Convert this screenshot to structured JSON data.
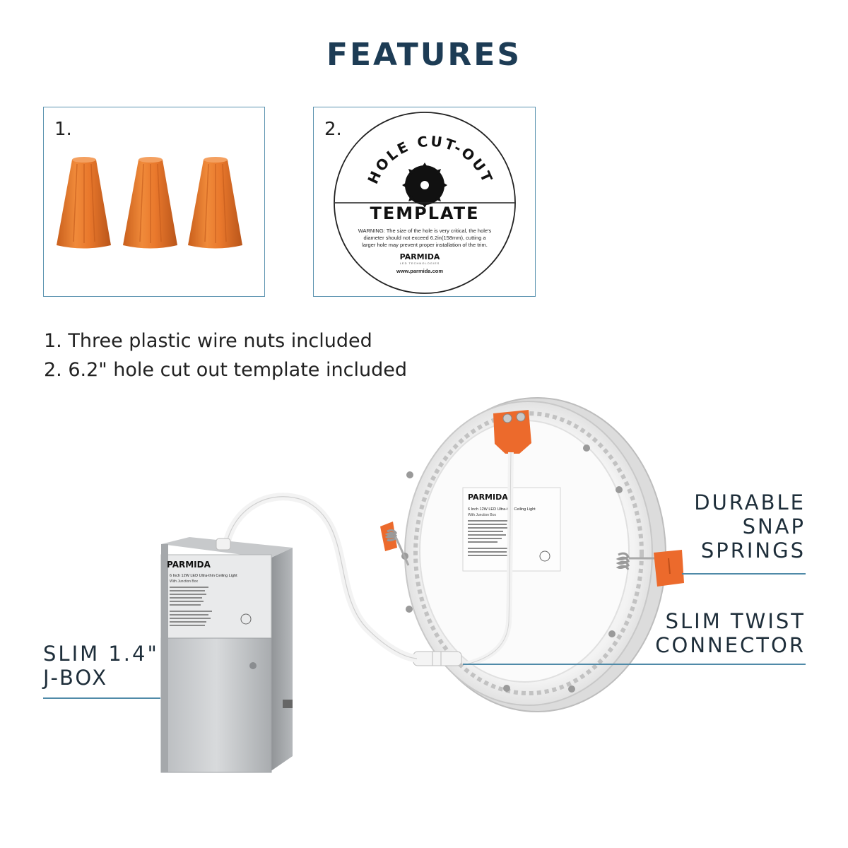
{
  "header": {
    "title": "FEATURES"
  },
  "cards": [
    {
      "number": "1."
    },
    {
      "number": "2."
    }
  ],
  "template": {
    "arc_text": "HOLE CUT-OUT",
    "title": "TEMPLATE",
    "warning_line1": "WARNING: The size of the hole is very critical, the hole's",
    "warning_line2": "diameter should not exceed 6.2in(158mm), cutting a",
    "warning_line3": "larger hole may prevent proper installation of the trim.",
    "brand": "PARMIDA",
    "brand_sub": "LED TECHNOLOGIES",
    "url": "www.parmida.com"
  },
  "notes": {
    "line1": "1. Three plastic wire nuts included",
    "line2": "2. 6.2\" hole cut out template included"
  },
  "callouts": {
    "snap_line1": "DURABLE",
    "snap_line2": "SNAP",
    "snap_line3": "SPRINGS",
    "twist_line1": "SLIM TWIST",
    "twist_line2": "CONNECTOR",
    "jbox_line1": "SLIM 1.4\"",
    "jbox_line2": "J-BOX"
  },
  "jbox_label": {
    "brand": "PARMIDA",
    "product": "6 Inch 12W LED Ultra-thin Ceiling Light",
    "sub": "With Junction Box"
  },
  "light_label": {
    "brand": "PARMIDA",
    "product": "6 Inch 12W LED Ultra-thin Ceiling Light",
    "sub": "With Junction Box"
  },
  "colors": {
    "title": "#1d3c55",
    "accent_line": "#4f8aa8",
    "wire_nut": "#e9782c",
    "spring_tab": "#ec6a2c"
  }
}
